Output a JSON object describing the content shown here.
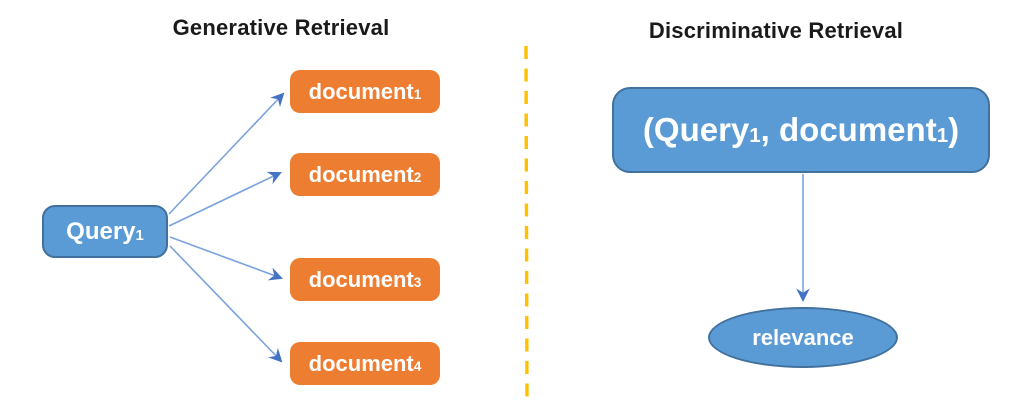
{
  "diagram": {
    "colors": {
      "background": "#FFFFFF",
      "blue_fill": "#5B9BD5",
      "blue_border": "#41719C",
      "orange_fill": "#ED7D31",
      "arrow_line": "#7AA3DC",
      "arrow_head": "#4472C4",
      "divider": "#FFC000",
      "title_text": "#1A1A1A",
      "node_text": "#FFFFFF"
    },
    "left": {
      "title": "Generative Retrieval",
      "query": {
        "label": "Query",
        "sub": "1"
      },
      "documents": [
        {
          "label": "document",
          "sub": "1"
        },
        {
          "label": "document",
          "sub": "2"
        },
        {
          "label": "document",
          "sub": "3"
        },
        {
          "label": "document",
          "sub": "4"
        }
      ]
    },
    "right": {
      "title": "Discriminative Retrieval",
      "pair": {
        "prefix": "(Query",
        "sub1": "1",
        "middle": ", document",
        "sub2": "1",
        "suffix": ")"
      },
      "result": "relevance"
    }
  }
}
